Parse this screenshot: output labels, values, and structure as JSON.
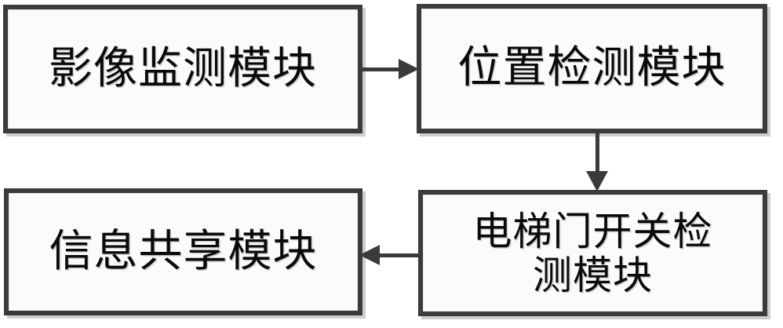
{
  "diagram": {
    "type": "flowchart",
    "background_color": "#ffffff",
    "box_border_color": "#3b3b3b",
    "box_fill_color": "#fbfbfb",
    "connector_color": "#3a3a3a",
    "text_color": "#0a0a0a",
    "nodes": [
      {
        "id": "image-monitoring",
        "label": "影像监测模块",
        "position": "top-left"
      },
      {
        "id": "position-detect",
        "label": "位置检测模块",
        "position": "top-right"
      },
      {
        "id": "door-switch",
        "label": "电梯门开关检\n测模块",
        "position": "bottom-right"
      },
      {
        "id": "info-share",
        "label": "信息共享模块",
        "position": "bottom-left"
      }
    ],
    "connectors": [
      {
        "id": "conn1",
        "from": "image-monitoring",
        "to": "position-detect",
        "direction": "right"
      },
      {
        "id": "conn2",
        "from": "position-detect",
        "to": "door-switch",
        "direction": "down"
      },
      {
        "id": "conn3",
        "from": "door-switch",
        "to": "info-share",
        "direction": "left"
      }
    ]
  }
}
